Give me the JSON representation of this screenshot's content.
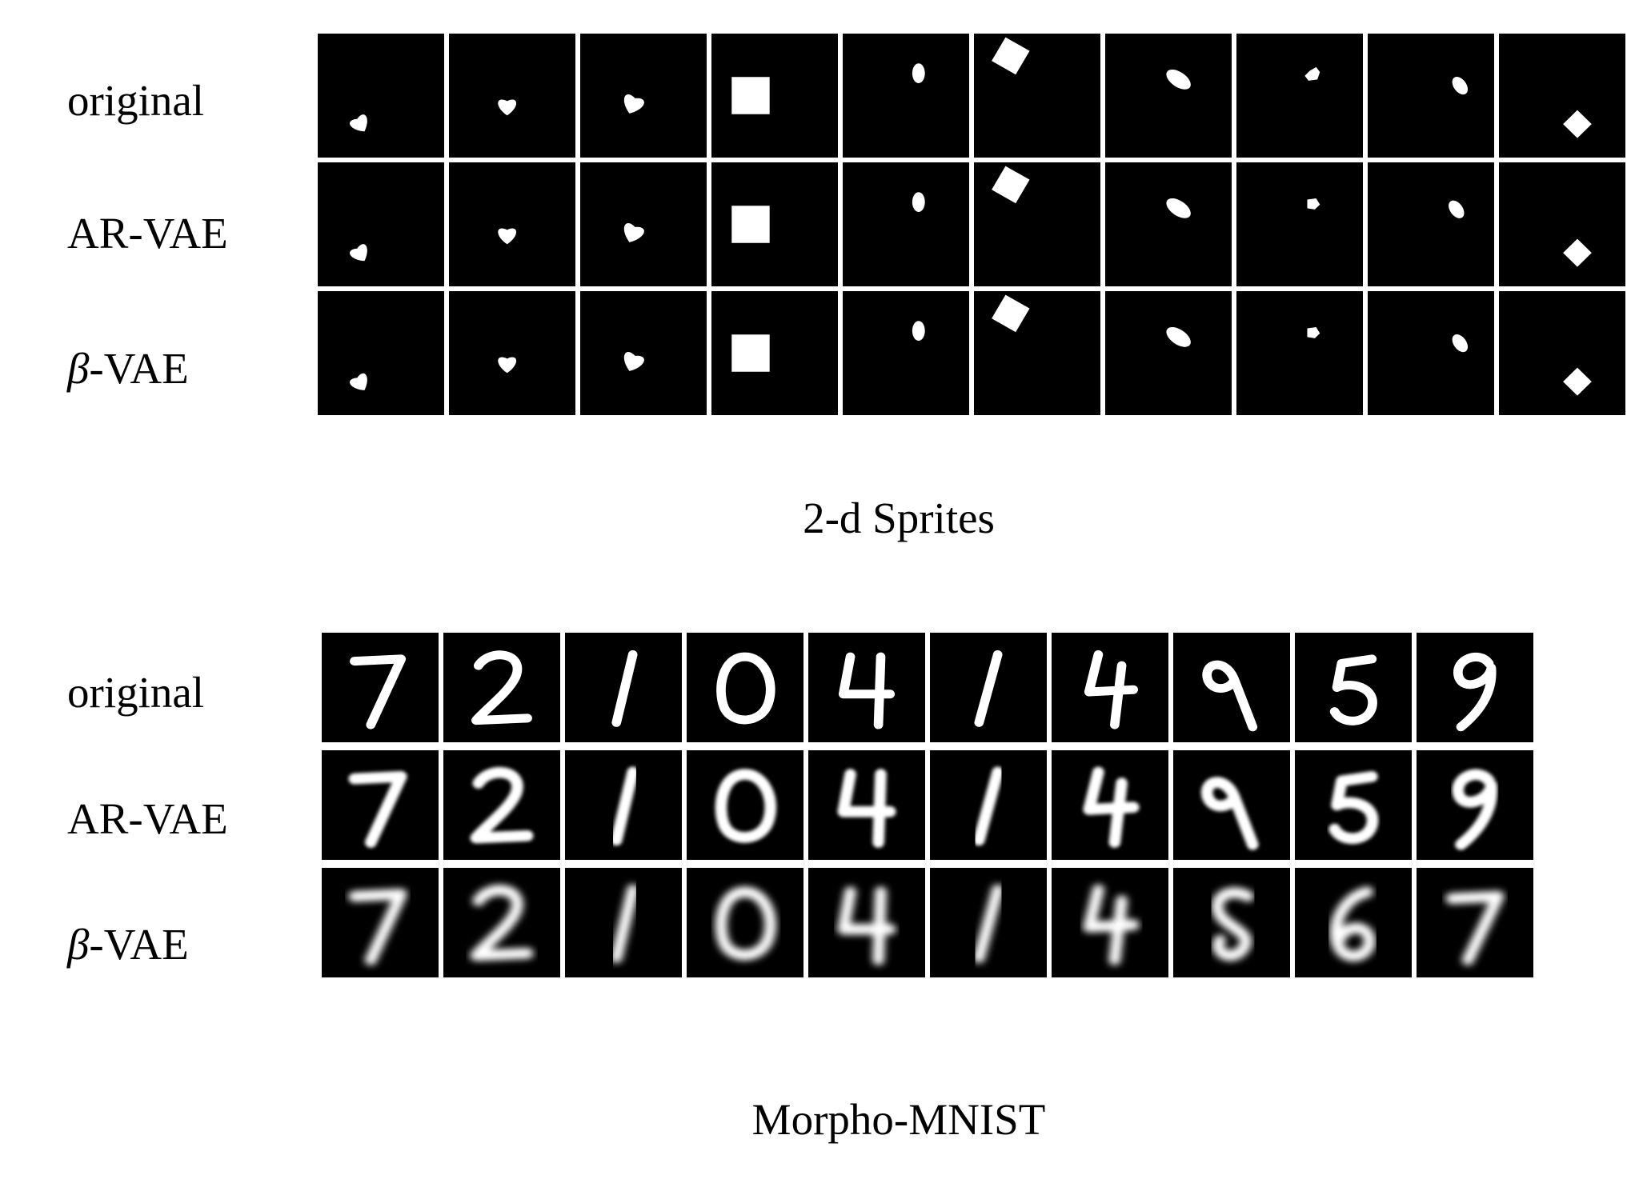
{
  "panels": [
    {
      "caption": "2-d Sprites",
      "rows": [
        {
          "label": "original"
        },
        {
          "label": "AR-VAE"
        },
        {
          "label_symbol": "β",
          "label_suffix": "-VAE"
        }
      ],
      "tile_colors": {
        "background": "#000000",
        "foreground": "#ffffff"
      },
      "tile_count_per_row": 10
    },
    {
      "caption": "Morpho-MNIST",
      "rows": [
        {
          "label": "original"
        },
        {
          "label": "AR-VAE"
        },
        {
          "label_symbol": "β",
          "label_suffix": "-VAE"
        }
      ],
      "tile_colors": {
        "background": "#000000",
        "foreground": "#ffffff"
      },
      "tile_count_per_row": 10
    }
  ]
}
